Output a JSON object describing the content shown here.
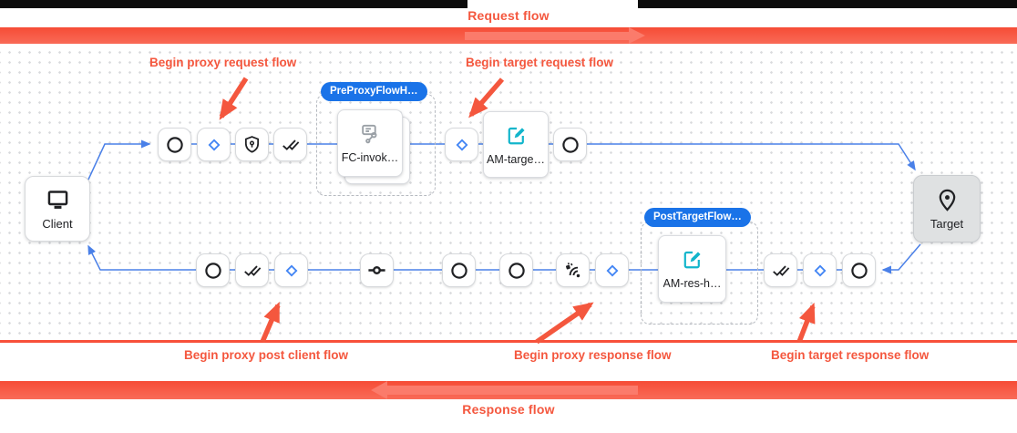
{
  "banners": {
    "request": "Request flow",
    "response": "Response flow"
  },
  "annotations": {
    "proxy_request": "Begin proxy request flow",
    "target_request": "Begin target request flow",
    "proxy_post_client": "Begin proxy post client flow",
    "proxy_response": "Begin proxy response flow",
    "target_response": "Begin target response flow"
  },
  "endpoints": {
    "client": "Client",
    "target": "Target"
  },
  "groups": {
    "pre_proxy": {
      "badge": "PreProxyFlowH…",
      "policy": "FC-invok…"
    },
    "post_target": {
      "badge": "PostTargetFlow…",
      "policy": "AM-res-h…"
    }
  },
  "policies": {
    "am_target": "AM-targe…"
  },
  "icons": {
    "client": "monitor-icon",
    "target": "location-pin-icon",
    "flow_callout_policy": "flow-callout-icon",
    "assign_message_policy": "edit-square-icon",
    "request_steps": [
      "circle-icon",
      "diamond-icon",
      "shield-key-icon",
      "double-check-icon",
      "diamond-icon",
      "circle-icon"
    ],
    "response_steps": [
      "circle-icon",
      "double-check-icon",
      "diamond-icon",
      "key-inline-icon",
      "circle-icon",
      "circle-icon",
      "broadcast-icon",
      "diamond-icon",
      "double-check-icon",
      "diamond-icon",
      "circle-icon"
    ]
  },
  "colors": {
    "annotation_red": "#f4573e",
    "banner_red": "#f6503a",
    "flow_line_blue": "#4a80e8",
    "diamond_blue": "#4285f4",
    "badge_blue": "#1a73e8",
    "policy_teal": "#12b5cb"
  }
}
